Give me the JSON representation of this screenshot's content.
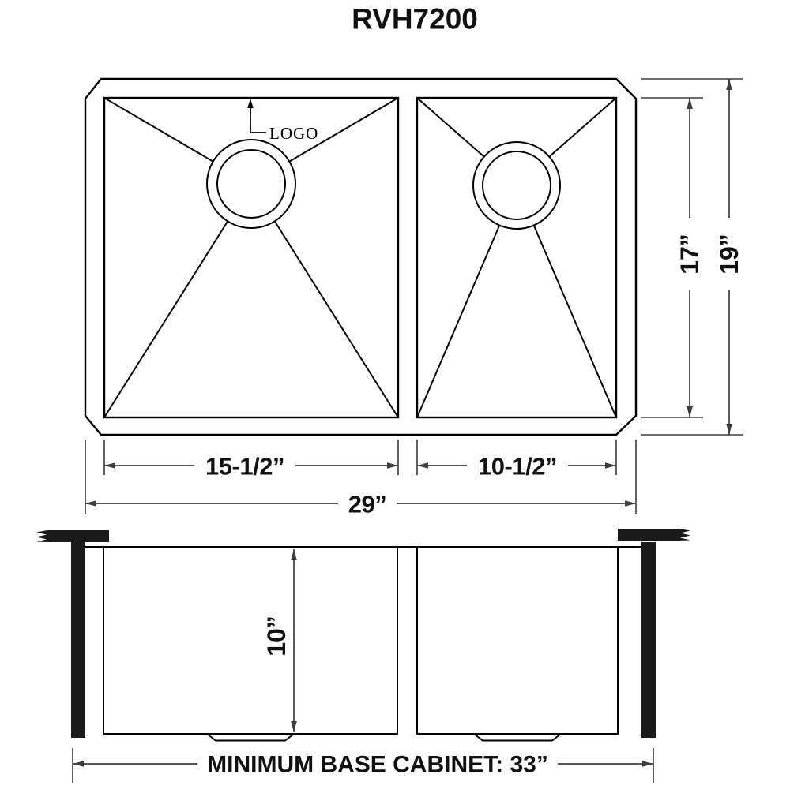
{
  "title": "RVH7200",
  "top_view": {
    "logo_label": "LOGO",
    "dimensions": {
      "left_bowl_width": "15-1/2”",
      "right_bowl_width": "10-1/2”",
      "overall_width": "29”",
      "bowl_front_to_back": "17”",
      "overall_front_to_back": "19”"
    }
  },
  "side_view": {
    "dimensions": {
      "bowl_depth": "10”",
      "min_base_cabinet": "MINIMUM BASE CABINET: 33”"
    }
  },
  "colors": {
    "background": "#ffffff",
    "drawing_line": "#000000",
    "dimension_line": "#3d3d3d",
    "text": "#111111",
    "bracket_fill": "#1a1a1a"
  }
}
